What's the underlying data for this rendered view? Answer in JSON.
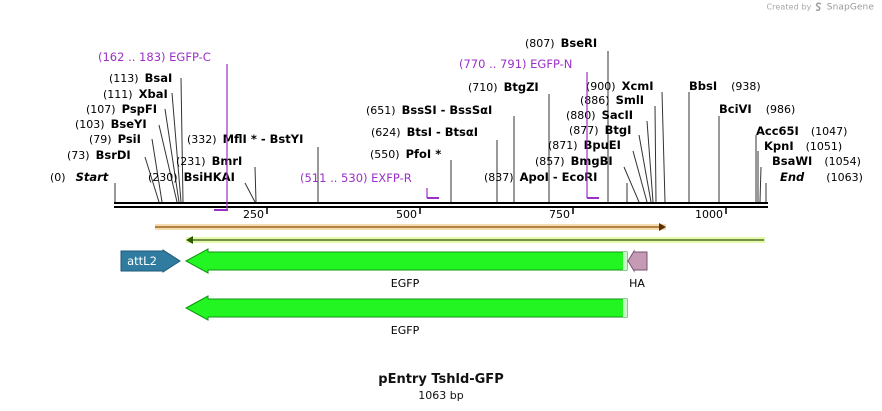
{
  "watermark": {
    "prefix": "Created by",
    "brand": "SnapGene"
  },
  "title": "pEntry Tshld-GFP",
  "subtitle": "1063 bp",
  "length": 1063,
  "colors": {
    "primer": "#9b30c8",
    "attL2": "#2f7ca0",
    "egfp": "#23f523",
    "ha": "#c49ab5",
    "orange_line": "#e8a23c",
    "green_line": "#e6f7b0"
  },
  "backbone_ticks": [
    {
      "label": "250",
      "pos": 250
    },
    {
      "label": "500",
      "pos": 500
    },
    {
      "label": "750",
      "pos": 750
    },
    {
      "label": "1000",
      "pos": 1000
    }
  ],
  "sites": [
    {
      "prefix": "(0)",
      "name": "Start",
      "italic": true
    },
    {
      "prefix": "(73)",
      "name": "BsrDI"
    },
    {
      "prefix": "(79)",
      "name": "PsiI"
    },
    {
      "prefix": "(103)",
      "name": "BseYI"
    },
    {
      "prefix": "(107)",
      "name": "PspFI"
    },
    {
      "prefix": "(111)",
      "name": "XbaI"
    },
    {
      "prefix": "(113)",
      "name": "BsaI"
    },
    {
      "prefix": "(230)",
      "name": "BsiHKAI"
    },
    {
      "prefix": "(231)",
      "name": "BmrI"
    },
    {
      "prefix": "(332)",
      "name": "MflI * - BstYI"
    },
    {
      "prefix": "(550)",
      "name": "PfoI *"
    },
    {
      "prefix": "(624)",
      "name": "BtsI - BtsαI"
    },
    {
      "prefix": "(651)",
      "name": "BssSI - BssSαI"
    },
    {
      "prefix": "(710)",
      "name": "BtgZI"
    },
    {
      "prefix": "(807)",
      "name": "BseRI"
    },
    {
      "prefix": "(837)",
      "name": "ApoI - EcoRI"
    },
    {
      "prefix": "(857)",
      "name": "BmgBI"
    },
    {
      "prefix": "(871)",
      "name": "BpuEI"
    },
    {
      "prefix": "(877)",
      "name": "BtgI"
    },
    {
      "prefix": "(880)",
      "name": "SacII"
    },
    {
      "prefix": "(886)",
      "name": "SmlI"
    },
    {
      "prefix": "(900)",
      "name": "XcmI"
    },
    {
      "name": "BbsI",
      "suffix": "(938)"
    },
    {
      "name": "BciVI",
      "suffix": "(986)"
    },
    {
      "name": "Acc65I",
      "suffix": "(1047)"
    },
    {
      "name": "KpnI",
      "suffix": "(1051)"
    },
    {
      "name": "BsaWI",
      "suffix": "(1054)"
    },
    {
      "name": "End",
      "suffix": "(1063)",
      "italic": true
    }
  ],
  "primers": [
    {
      "label": "(162 .. 183)  EGFP-C"
    },
    {
      "label": "(511 .. 530)  EXFP-R"
    },
    {
      "label": "(770 .. 791)  EGFP-N"
    }
  ],
  "features": [
    {
      "name": "attL2",
      "label_inside": true
    },
    {
      "name": "EGFP"
    },
    {
      "name": "HA"
    },
    {
      "name": "EGFP"
    }
  ]
}
